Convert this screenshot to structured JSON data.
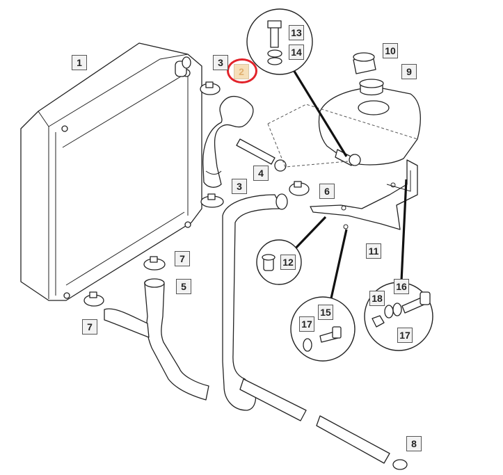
{
  "diagram": {
    "highlighted_part": "2",
    "highlight_color": "#e2232a",
    "labels": {
      "p1": "1",
      "p2": "2",
      "p3a": "3",
      "p3b": "3",
      "p4": "4",
      "p5": "5",
      "p6": "6",
      "p7a": "7",
      "p7b": "7",
      "p8": "8",
      "p9": "9",
      "p10": "10",
      "p11": "11",
      "p12": "12",
      "p13": "13",
      "p14": "14",
      "p15": "15",
      "p16": "16",
      "p17a": "17",
      "p17b": "17",
      "p18": "18"
    }
  }
}
